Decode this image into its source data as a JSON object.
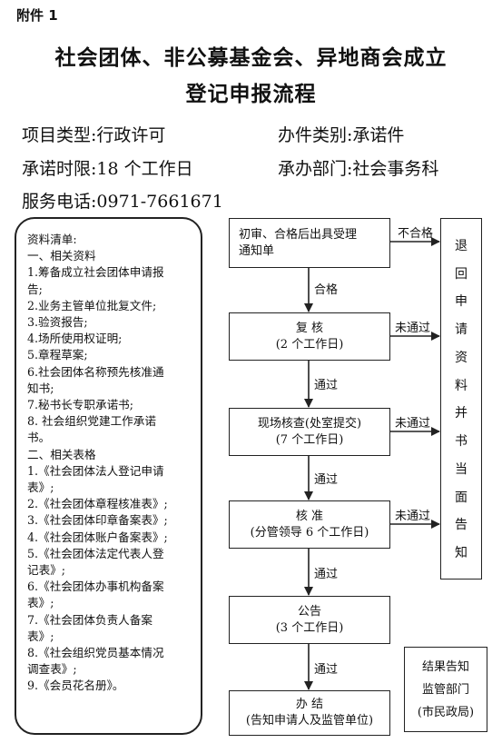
{
  "attachment": "附件 1",
  "title": {
    "line1": "社会团体、非公募基金会、异地商会成立",
    "line2": "登记申报流程"
  },
  "meta": {
    "project_type": "项目类型:行政许可",
    "case_category": "办件类别:承诺件",
    "time_limit": "承诺时限:18 个工作日",
    "department": "承办部门:社会事务科",
    "phone": "服务电话:0971-7661671"
  },
  "doc_list": [
    "资料清单:",
    "一、相关资料",
    "1.筹备成立社会团体申请报",
    "告;",
    "2.业务主管单位批复文件;",
    "3.验资报告;",
    "4.场所使用权证明;",
    "5.章程草案;",
    "6.社会团体名称预先核准通",
    "知书;",
    "7.秘书长专职承诺书;",
    "8. 社会组织党建工作承诺",
    "书。",
    "二、相关表格",
    "1.《社会团体法人登记申请",
    "表》;",
    "2.《社会团体章程核准表》;",
    "3.《社会团体印章备案表》;",
    "4.《社会团体账户备案表》;",
    "5.《社会团体法定代表人登",
    "记表》;",
    "6.《社会团体办事机构备案",
    "表》;",
    "7.《社会团体负责人备案",
    "表》;",
    "8.《社会组织党员基本情况",
    "调查表》;",
    "9.《会员花名册》。"
  ],
  "flow": {
    "step1": {
      "line1": "初审、合格后出具受理",
      "line2": "通知单"
    },
    "step2": {
      "line1": "复   核",
      "line2": "(2 个工作日)"
    },
    "step3": {
      "line1": "现场核查(处室提交)",
      "line2": "(7 个工作日)"
    },
    "step4": {
      "line1": "核   准",
      "line2": "(分管领导 6 个工作日)"
    },
    "step5": {
      "line1": "公告",
      "line2": "(3 个工作日)"
    },
    "step6": {
      "line1": "办      结",
      "line2": "(告知申请人及监管单位)"
    },
    "labels": {
      "pass_qualified": "合格",
      "pass1": "通过",
      "pass2": "通过",
      "pass3": "通过",
      "pass4": "通过",
      "unqualified": "不合格",
      "fail1": "未通过",
      "fail2": "未通过",
      "fail3": "未通过"
    }
  },
  "reject_box": [
    "退",
    "回",
    "申",
    "请",
    "资",
    "料",
    "并",
    "书",
    "当",
    "面",
    "告",
    "知"
  ],
  "notice_box": {
    "line1": "结果告知",
    "line2": "监管部门",
    "line3": "(市民政局)"
  }
}
